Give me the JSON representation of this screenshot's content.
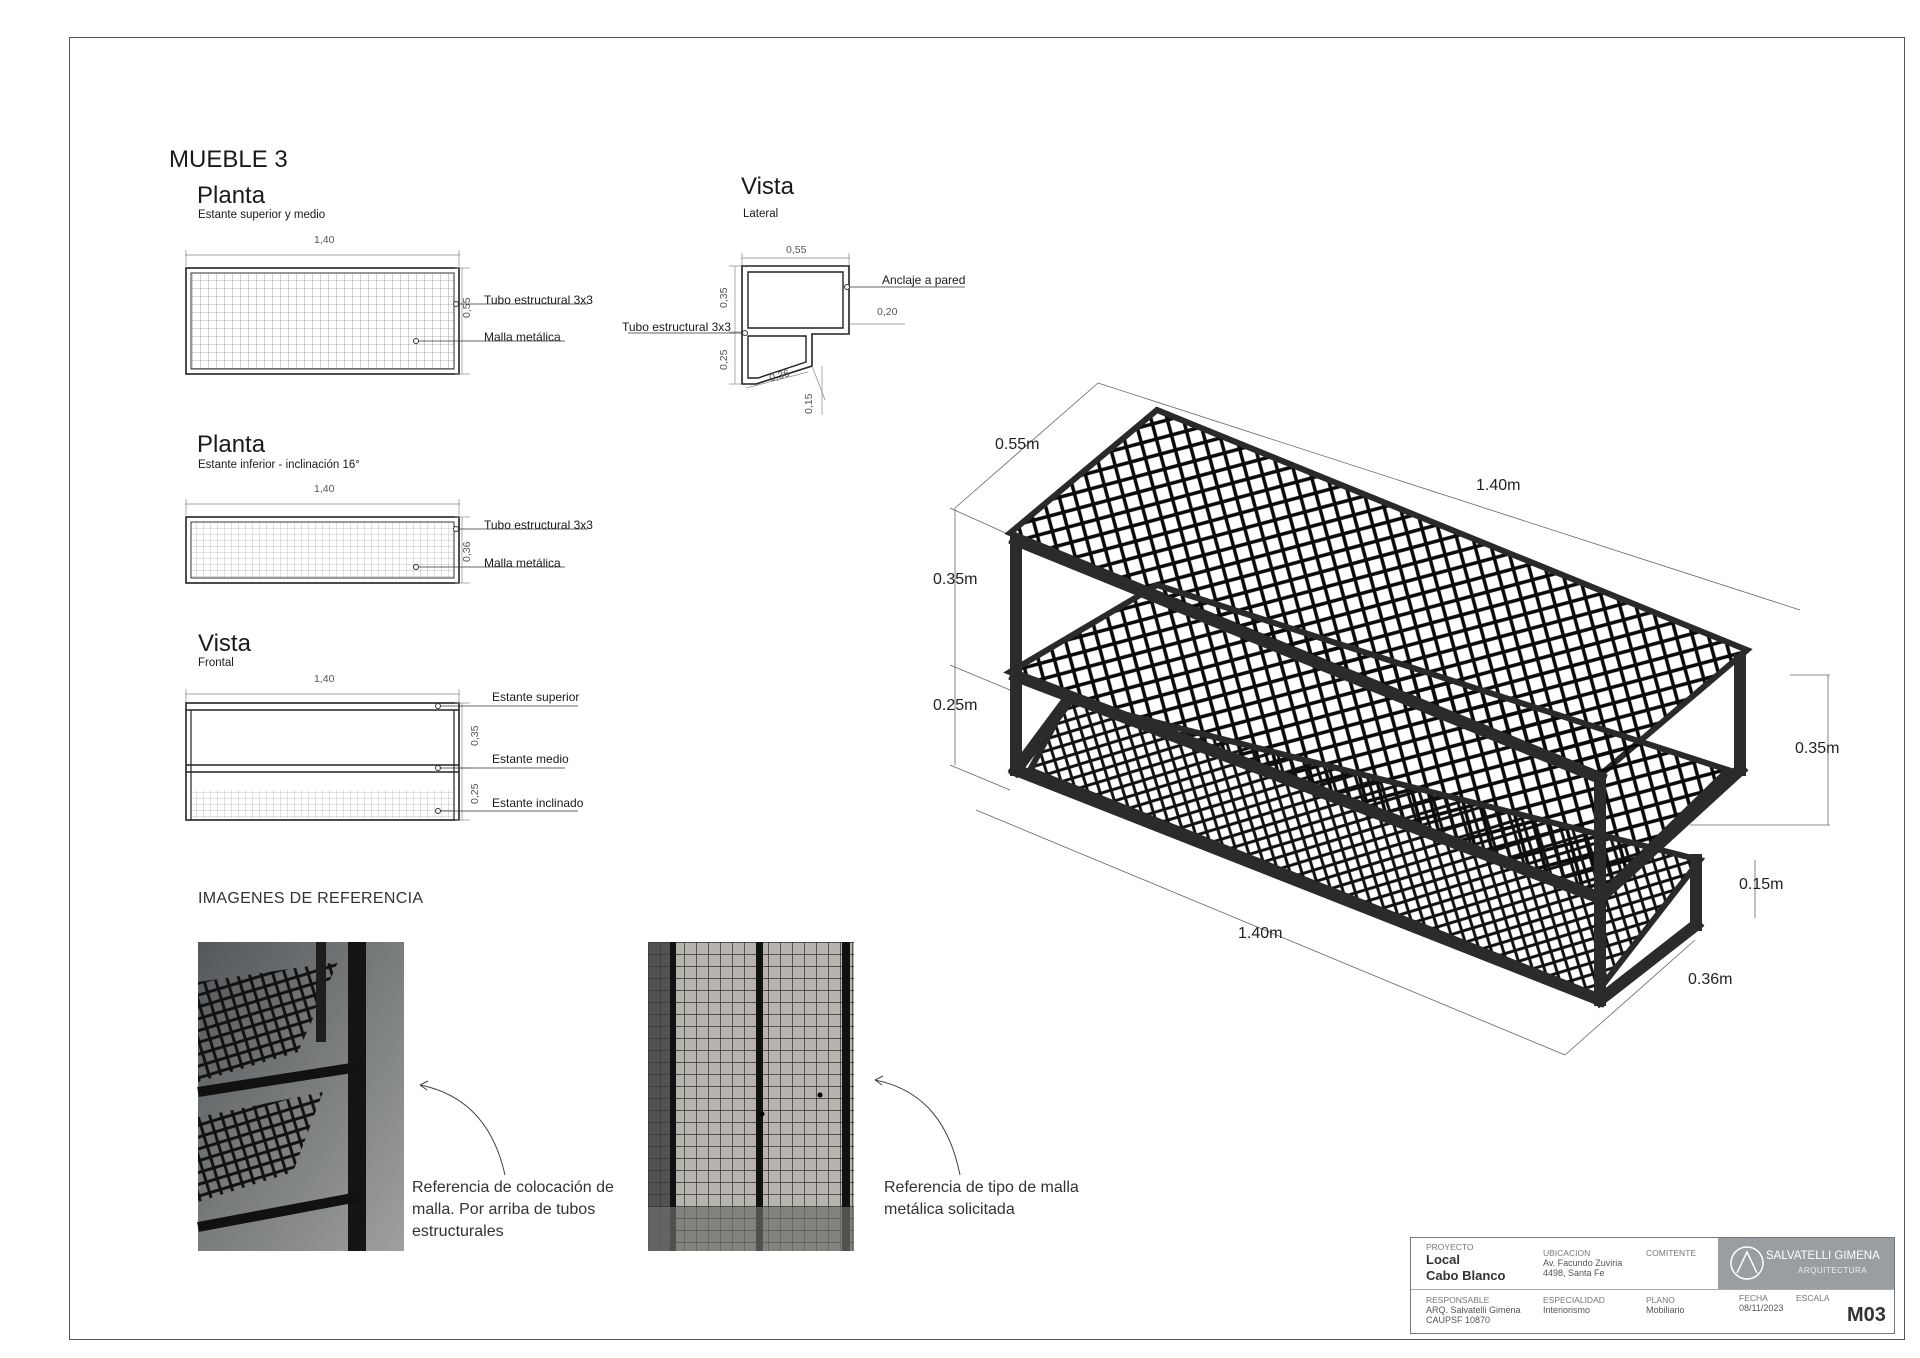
{
  "sheet": {
    "title": "MUEBLE 3"
  },
  "plan_top": {
    "title": "Planta",
    "subtitle": "Estante superior y medio",
    "dim_width": "1,40",
    "dim_depth": "0,55",
    "label_tube": "Tubo estructural 3x3",
    "label_mesh": "Malla metálica"
  },
  "plan_bottom": {
    "title": "Planta",
    "subtitle": "Estante inferior - inclinación 16°",
    "dim_width": "1,40",
    "dim_depth": "0,36",
    "label_tube": "Tubo estructural 3x3",
    "label_mesh": "Malla metálica"
  },
  "view_front": {
    "title": "Vista",
    "subtitle": "Frontal",
    "dim_width": "1,40",
    "dim_upper": "0,35",
    "dim_lower": "0,25",
    "label_top": "Estante superior",
    "label_mid": "Estante medio",
    "label_incl": "Estante inclinado"
  },
  "view_side": {
    "title": "Vista",
    "subtitle": "Lateral",
    "dim_top": "0,55",
    "dim_upper": "0,35",
    "dim_lower": "0,25",
    "dim_anchor": "0,20",
    "dim_bottom": "0,36",
    "dim_step": "0,15",
    "label_anchor": "Anclaje a pared",
    "label_tube": "Tubo estructural 3x3"
  },
  "iso": {
    "dim_depth_top": "0.55m",
    "dim_length_top": "1.40m",
    "dim_h_upper": "0.35m",
    "dim_h_lower": "0.25m",
    "dim_h_right": "0.35m",
    "dim_step": "0.15m",
    "dim_length_bottom": "1.40m",
    "dim_depth_bottom": "0.36m"
  },
  "references": {
    "heading": "IMAGENES DE REFERENCIA",
    "caption_left": "Referencia de colocación de malla. Por arriba de tubos estructurales",
    "caption_right": "Referencia de tipo de malla metálica solicitada"
  },
  "title_block": {
    "proyecto_label": "PROYECTO",
    "proyecto_line1": "Local",
    "proyecto_line2": "Cabo Blanco",
    "ubicacion_label": "UBICACION",
    "ubicacion_line1": "Av. Facundo Zuviria",
    "ubicacion_line2": "4498, Santa Fe",
    "comitente_label": "COMITENTE",
    "brand_line1": "SALVATELLI GIMENA",
    "brand_line2": "ARQUITECTURA",
    "responsable_label": "RESPONSABLE",
    "responsable_line1": "ARQ. Salvatelli Gimena",
    "responsable_line2": "CAUPSF 10870",
    "especialidad_label": "ESPECIALIDAD",
    "especialidad_value": "Interiorismo",
    "plano_label": "PLANO",
    "plano_value": "Mobiliario",
    "fecha_label": "FECHA",
    "fecha_value": "08/11/2023",
    "escala_label": "ESCALA",
    "sheet_number": "M03"
  }
}
